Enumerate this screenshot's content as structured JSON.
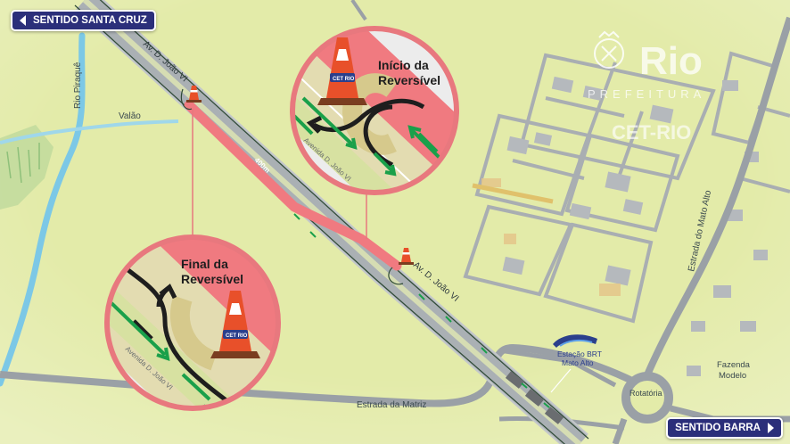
{
  "nav": {
    "sentido_santa_cruz": "SENTIDO SANTA CRUZ",
    "sentido_barra": "SENTIDO BARRA"
  },
  "logo": {
    "name": "Rio",
    "subtitle": "PREFEITURA",
    "agency": "CET-RIO"
  },
  "labels": {
    "rio_piraque": "Rio Piraquê",
    "valao": "Valão",
    "av_d_joao_vi_top": "Av. D. João VI",
    "av_d_joao_vi_mid": "Av. D. João VI",
    "distance": "400m",
    "estrada_da_matriz": "Estrada da Matriz",
    "estrada_do_mato_alto": "Estrada do Mato Alto",
    "estacao_brt_line1": "Estação BRT",
    "estacao_brt_line2": "Mato Alto",
    "rotatoria": "Rotatória",
    "fazenda_line1": "Fazenda",
    "fazenda_line2": "Modelo"
  },
  "inset_inicio": {
    "title_line1": "Início da",
    "title_line2": "Reversível",
    "road_label": "Avenida D. João VI",
    "cone_badge": "CET RIO"
  },
  "inset_final": {
    "title_line1": "Final da",
    "title_line2": "Reversível",
    "road_label": "Avenida D. João VI",
    "cone_badge": "CET RIO"
  },
  "colors": {
    "background": "#e3eba9",
    "road": "#9aa0a6",
    "reversible_lane": "#f07a80",
    "river": "#7cc8e6",
    "nav_pill": "#2b2f7a",
    "green_arrow": "#1aa04a",
    "inset_border": "#e8787e"
  },
  "icons": [
    "traffic-cone-icon",
    "brt-station-icon",
    "chevron-left-icon",
    "chevron-right-icon",
    "rio-logo-icon"
  ]
}
